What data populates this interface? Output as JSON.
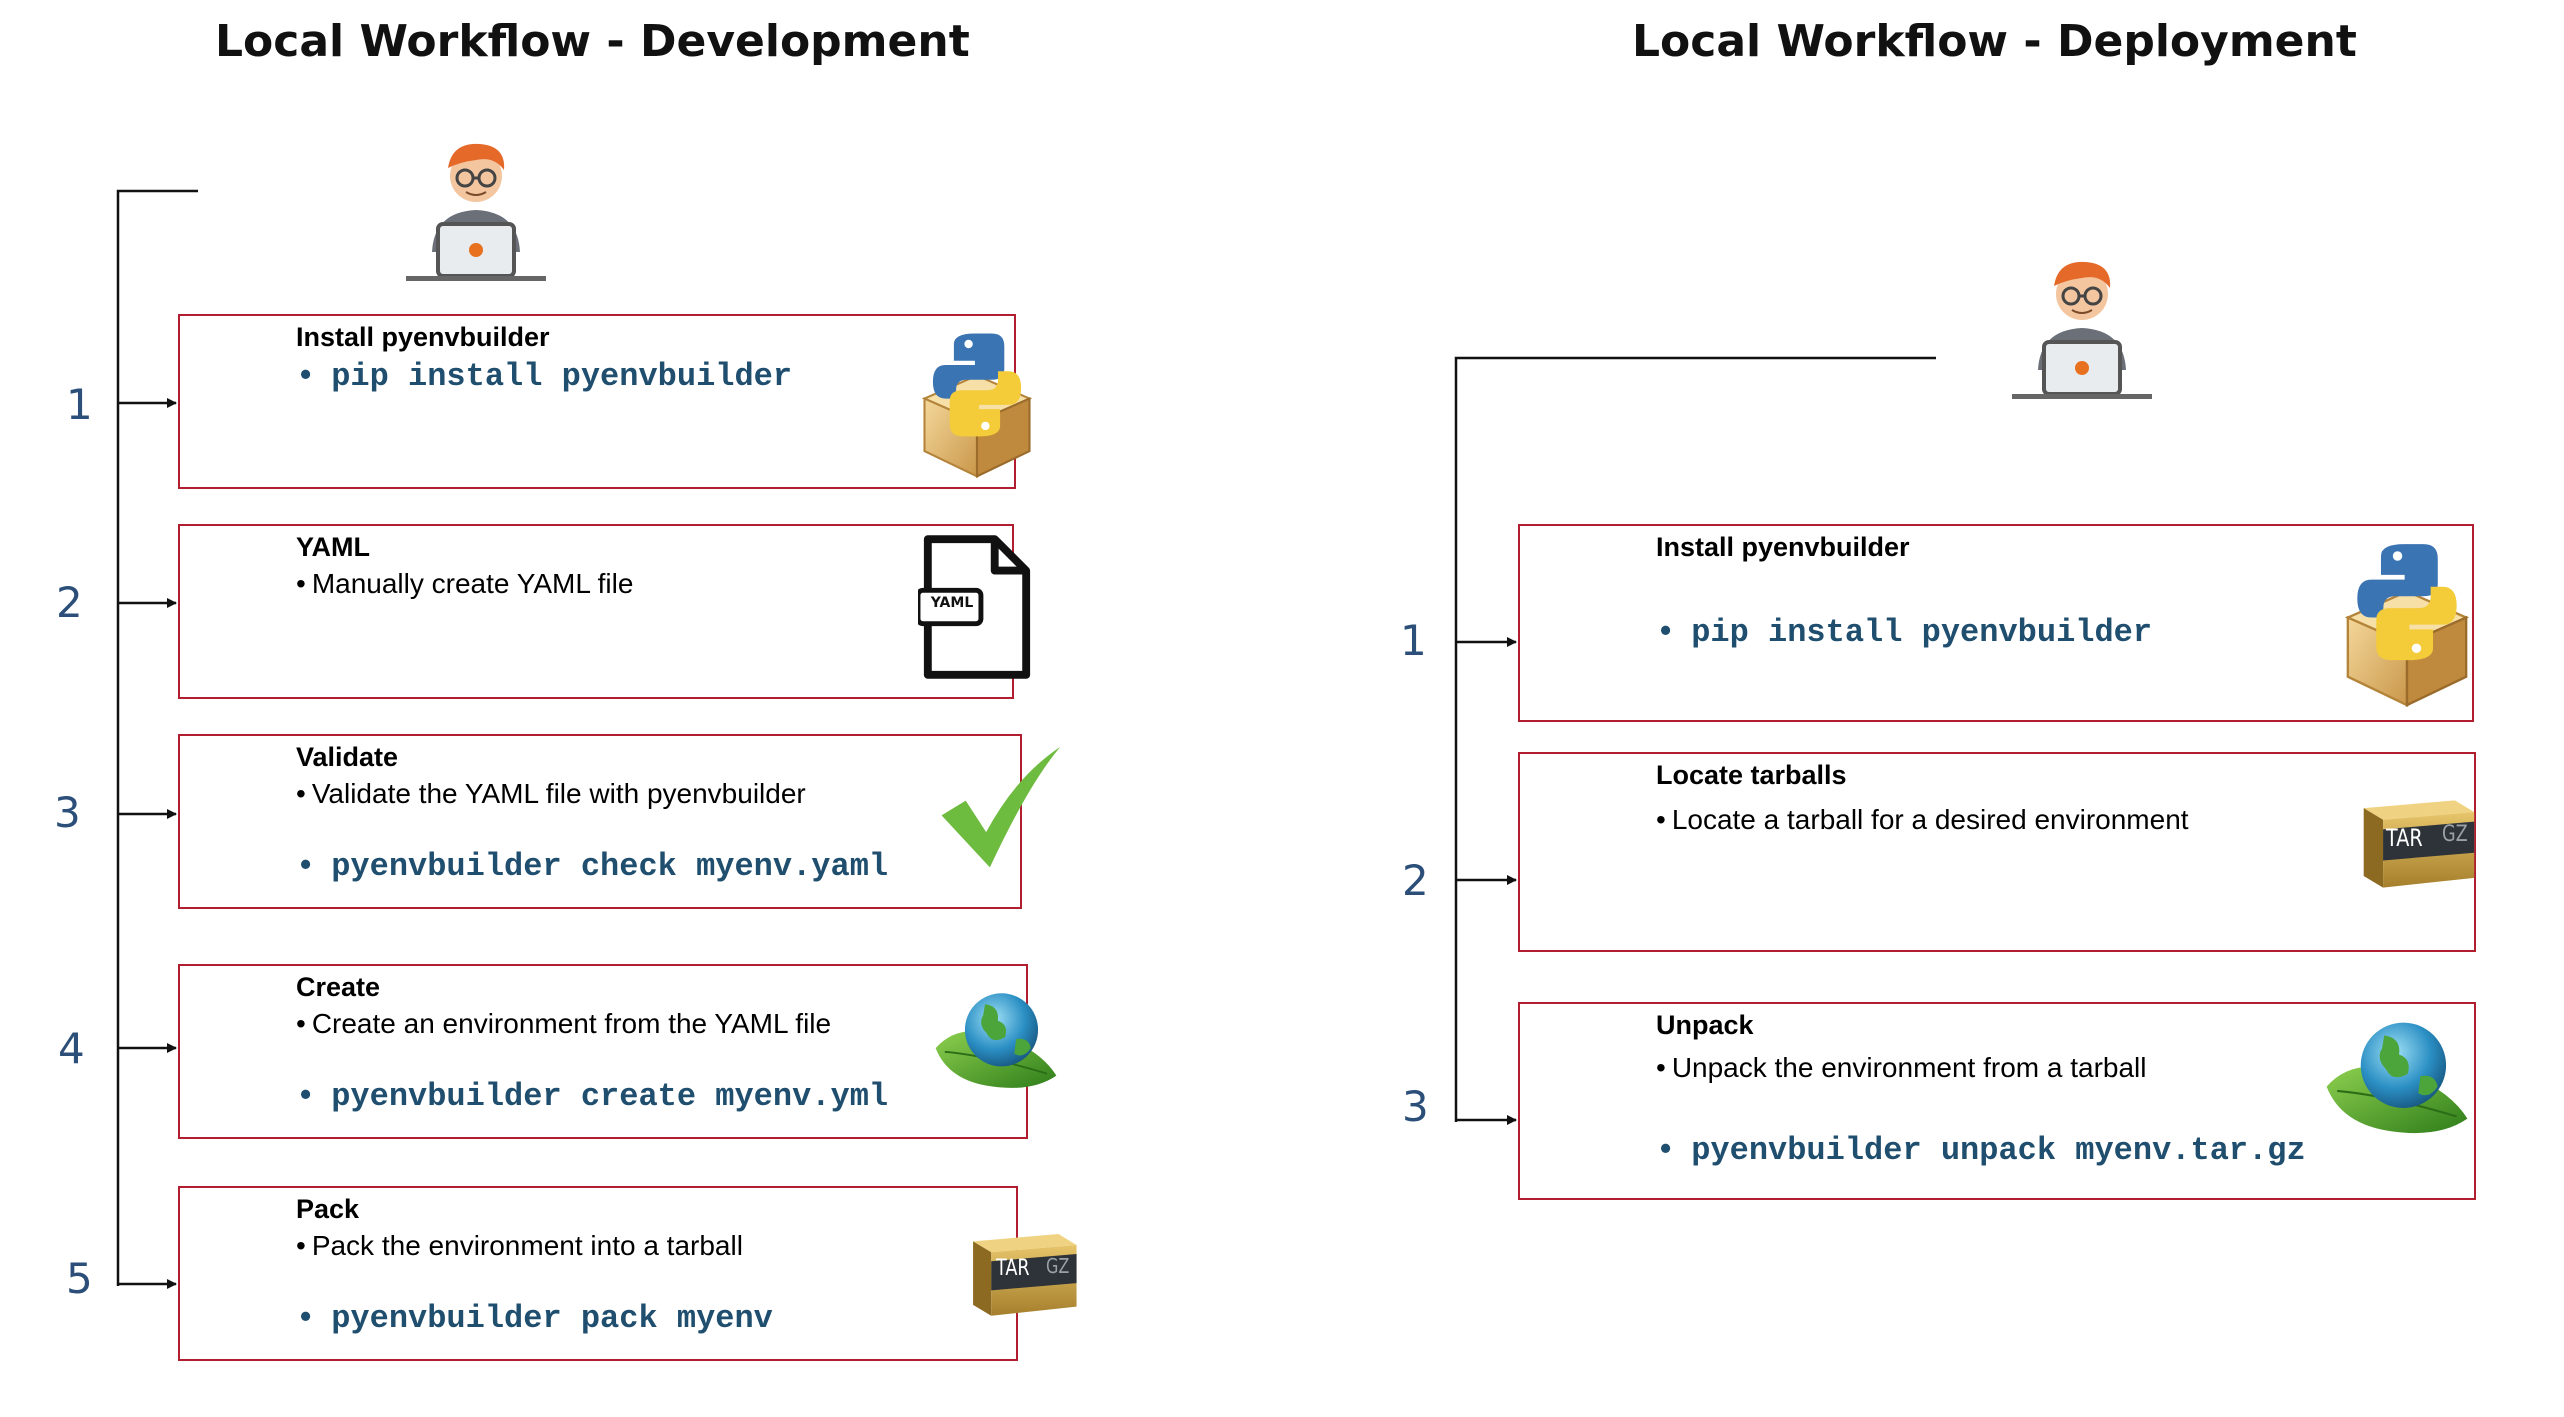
{
  "titles": {
    "left": "Local Workflow - Development",
    "right": "Local Workflow - Deployment"
  },
  "icons": {
    "developer": "developer-at-laptop-icon",
    "python_package": "python-package-icon",
    "yaml_file": "yaml-file-icon",
    "checkmark": "green-checkmark-icon",
    "globe_leaf": "globe-on-leaf-icon",
    "tar_gz": "tar-gz-archive-icon"
  },
  "colors": {
    "box_border": "#b01e2f",
    "command_text": "#1f4e6f",
    "step_number": "#2b4f78",
    "check_green": "#6dbb3f",
    "laptop_dot": "#e8711f"
  },
  "development": {
    "steps": [
      {
        "number": "1",
        "title": "Install pyenvbuilder",
        "text": "",
        "command": "pip install pyenvbuilder"
      },
      {
        "number": "2",
        "title": "YAML",
        "text": "Manually create YAML file",
        "command": ""
      },
      {
        "number": "3",
        "title": "Validate",
        "text": "Validate the YAML file with pyenvbuilder",
        "command": "pyenvbuilder check myenv.yaml"
      },
      {
        "number": "4",
        "title": "Create",
        "text": "Create an environment from the YAML file",
        "command": "pyenvbuilder create myenv.yml"
      },
      {
        "number": "5",
        "title": "Pack",
        "text": "Pack the environment into a tarball",
        "command": "pyenvbuilder pack myenv"
      }
    ]
  },
  "deployment": {
    "steps": [
      {
        "number": "1",
        "title": "Install pyenvbuilder",
        "text": "",
        "command": "pip install pyenvbuilder"
      },
      {
        "number": "2",
        "title": "Locate tarballs",
        "text": "Locate a tarball for a desired environment",
        "command": ""
      },
      {
        "number": "3",
        "title": "Unpack",
        "text": "Unpack the environment from a tarball",
        "command": "pyenvbuilder unpack myenv.tar.gz"
      }
    ]
  },
  "archive_labels": {
    "tar": "TAR",
    "gz": "GZ"
  },
  "yaml_badge": "YAML"
}
